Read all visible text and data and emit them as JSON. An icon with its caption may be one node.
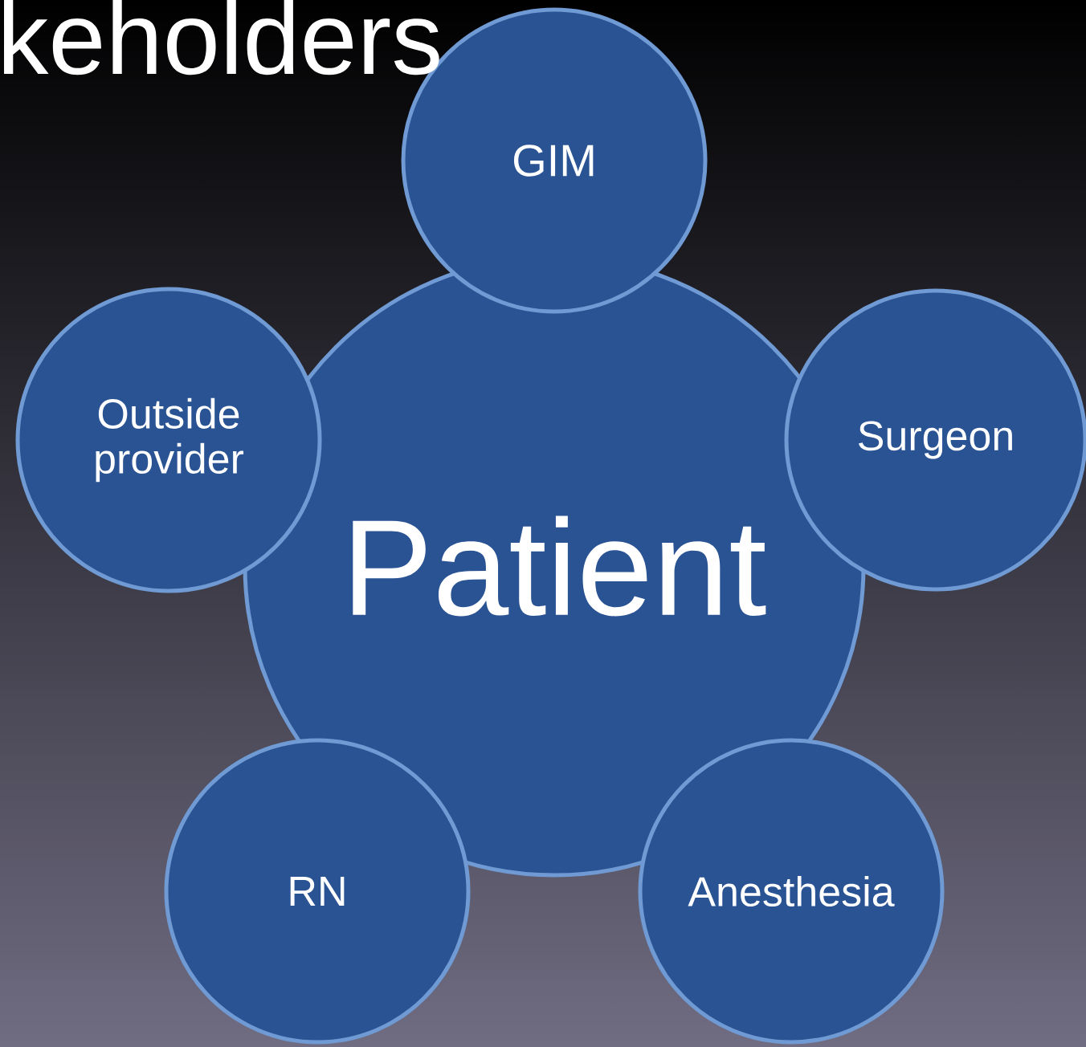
{
  "diagram": {
    "title": "keholders",
    "nodes": [
      {
        "text": [
          "GIM"
        ]
      },
      {
        "text": [
          "Outside provider"
        ]
      },
      {
        "text": [
          "Surgeon"
        ]
      },
      {
        "text": [
          "Patient"
        ]
      },
      {
        "text": [
          "RN"
        ]
      },
      {
        "text": [
          "Anesthesia"
        ]
      }
    ]
  }
}
